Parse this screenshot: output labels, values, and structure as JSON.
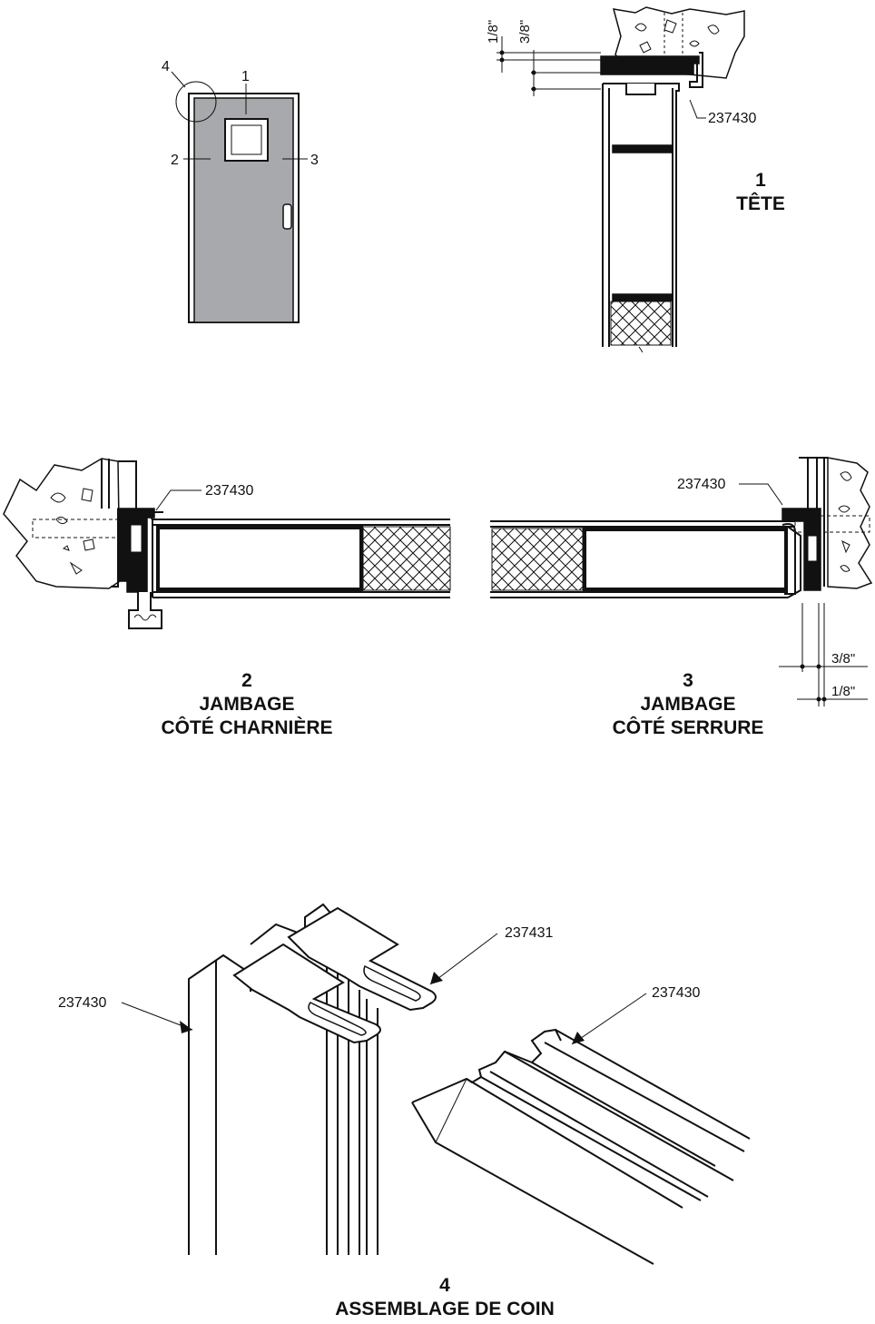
{
  "door_elevation": {
    "callouts": [
      "1",
      "2",
      "3",
      "4"
    ]
  },
  "head_detail": {
    "dim_top": "1/8\"",
    "dim_gap": "3/8\"",
    "part_label": "237430",
    "number": "1",
    "title": "TÊTE"
  },
  "hinge_jamb": {
    "part_label": "237430",
    "number": "2",
    "title_line1": "JAMBAGE",
    "title_line2": "CÔTÉ CHARNIÈRE"
  },
  "lock_jamb": {
    "part_label": "237430",
    "dim_gap": "3/8\"",
    "dim_small": "1/8\"",
    "number": "3",
    "title_line1": "JAMBAGE",
    "title_line2": "CÔTÉ SERRURE"
  },
  "corner_assembly": {
    "label_left": "237430",
    "label_clip": "237431",
    "label_right": "237430",
    "number": "4",
    "title": "ASSEMBLAGE DE COIN"
  },
  "colors": {
    "door_fill": "#a7a9ac",
    "ink": "#111111"
  }
}
